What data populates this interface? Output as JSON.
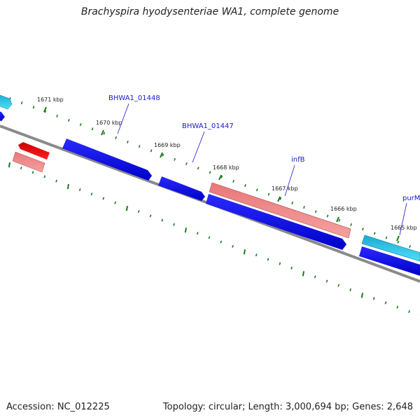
{
  "title": "Brachyspira hyodysenteriae WA1, complete genome",
  "footer": {
    "accession": "Accession: NC_012225",
    "summary": "Topology: circular; Length: 3,000,694 bp; Genes: 2,648"
  },
  "colors": {
    "backbone": "#8a8a8a",
    "tick": "#1a7a1a",
    "label_text": "#1a1acc",
    "cds_forward": "#0000dd",
    "cds_reverse_light": "#f08080",
    "cds_reverse_dark": "#ff0000",
    "rrna_cyan": "#22ccee"
  },
  "ruler": {
    "tick_labels": [
      "1671 kbp",
      "1670 kbp",
      "1669 kbp",
      "1668 kbp",
      "1667 kbp",
      "1666 kbp",
      "1665 kbp"
    ]
  },
  "gene_labels": [
    "BHWA1_01448",
    "BHWA1_01447",
    "infB",
    "purM"
  ]
}
